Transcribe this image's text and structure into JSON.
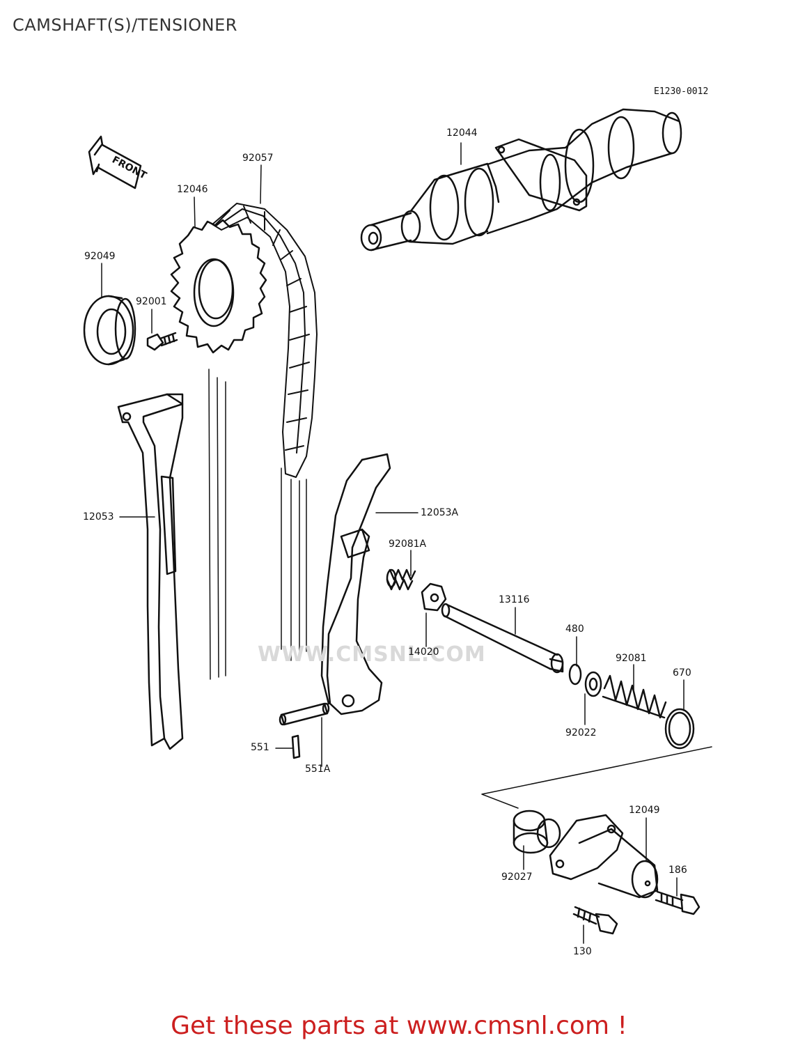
{
  "title": "CAMSHAFT(S)/TENSIONER",
  "diagram_code": "E1230-0012",
  "front_marker": "FRONT",
  "watermark": "WWW.CMSNL.COM",
  "parts": [
    {
      "number": "12044"
    },
    {
      "number": "92057"
    },
    {
      "number": "12046"
    },
    {
      "number": "92049"
    },
    {
      "number": "92001"
    },
    {
      "number": "12053"
    },
    {
      "number": "12053A"
    },
    {
      "number": "92081A"
    },
    {
      "number": "13116"
    },
    {
      "number": "14020"
    },
    {
      "number": "480"
    },
    {
      "number": "92081"
    },
    {
      "number": "670"
    },
    {
      "number": "92022"
    },
    {
      "number": "551"
    },
    {
      "number": "551A"
    },
    {
      "number": "12049"
    },
    {
      "number": "186"
    },
    {
      "number": "92027"
    },
    {
      "number": "130"
    }
  ],
  "cta": "Get these parts at www.cmsnl.com !",
  "colors": {
    "line": "#111111",
    "cta": "#cc1f1f",
    "watermark": "#d9d9d9"
  }
}
